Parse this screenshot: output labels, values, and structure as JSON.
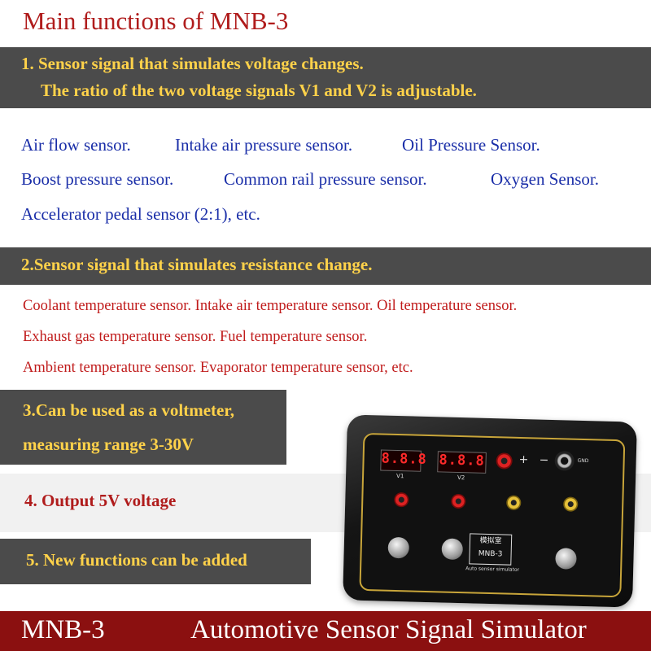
{
  "title": "Main functions of MNB-3",
  "section1": {
    "line1": "1. Sensor signal that simulates voltage changes.",
    "line2": "The ratio of the two voltage signals V1 and V2 is adjustable.",
    "sensors": [
      "Air flow sensor.",
      "Intake air pressure sensor.",
      "Oil Pressure Sensor.",
      "Boost pressure sensor.",
      "Common rail pressure sensor.",
      "Oxygen Sensor.",
      "Accelerator pedal sensor (2:1), etc."
    ]
  },
  "section2": {
    "heading": "2.Sensor signal that simulates resistance change.",
    "lines": [
      "Coolant temperature sensor. Intake air temperature sensor. Oil temperature sensor.",
      "Exhaust gas temperature sensor. Fuel temperature sensor.",
      "Ambient temperature sensor. Evaporator temperature sensor, etc."
    ]
  },
  "section3": {
    "line1": "3.Can be used as a voltmeter,",
    "line2": "measuring range 3-30V"
  },
  "section4": "4. Output 5V voltage",
  "section5": "5. New functions can be added",
  "device": {
    "display1": "8.8.8",
    "display2": "8.8.8",
    "v1_label": "V1",
    "v2_label": "V2",
    "plus": "+",
    "minus": "−",
    "gnd_label": "GND",
    "brand_cn": "模拟室",
    "brand_model": "MNB-3",
    "subtitle": "Auto sensor simulator"
  },
  "footer": {
    "model": "MNB-3",
    "description": "Automotive Sensor Signal Simulator"
  }
}
